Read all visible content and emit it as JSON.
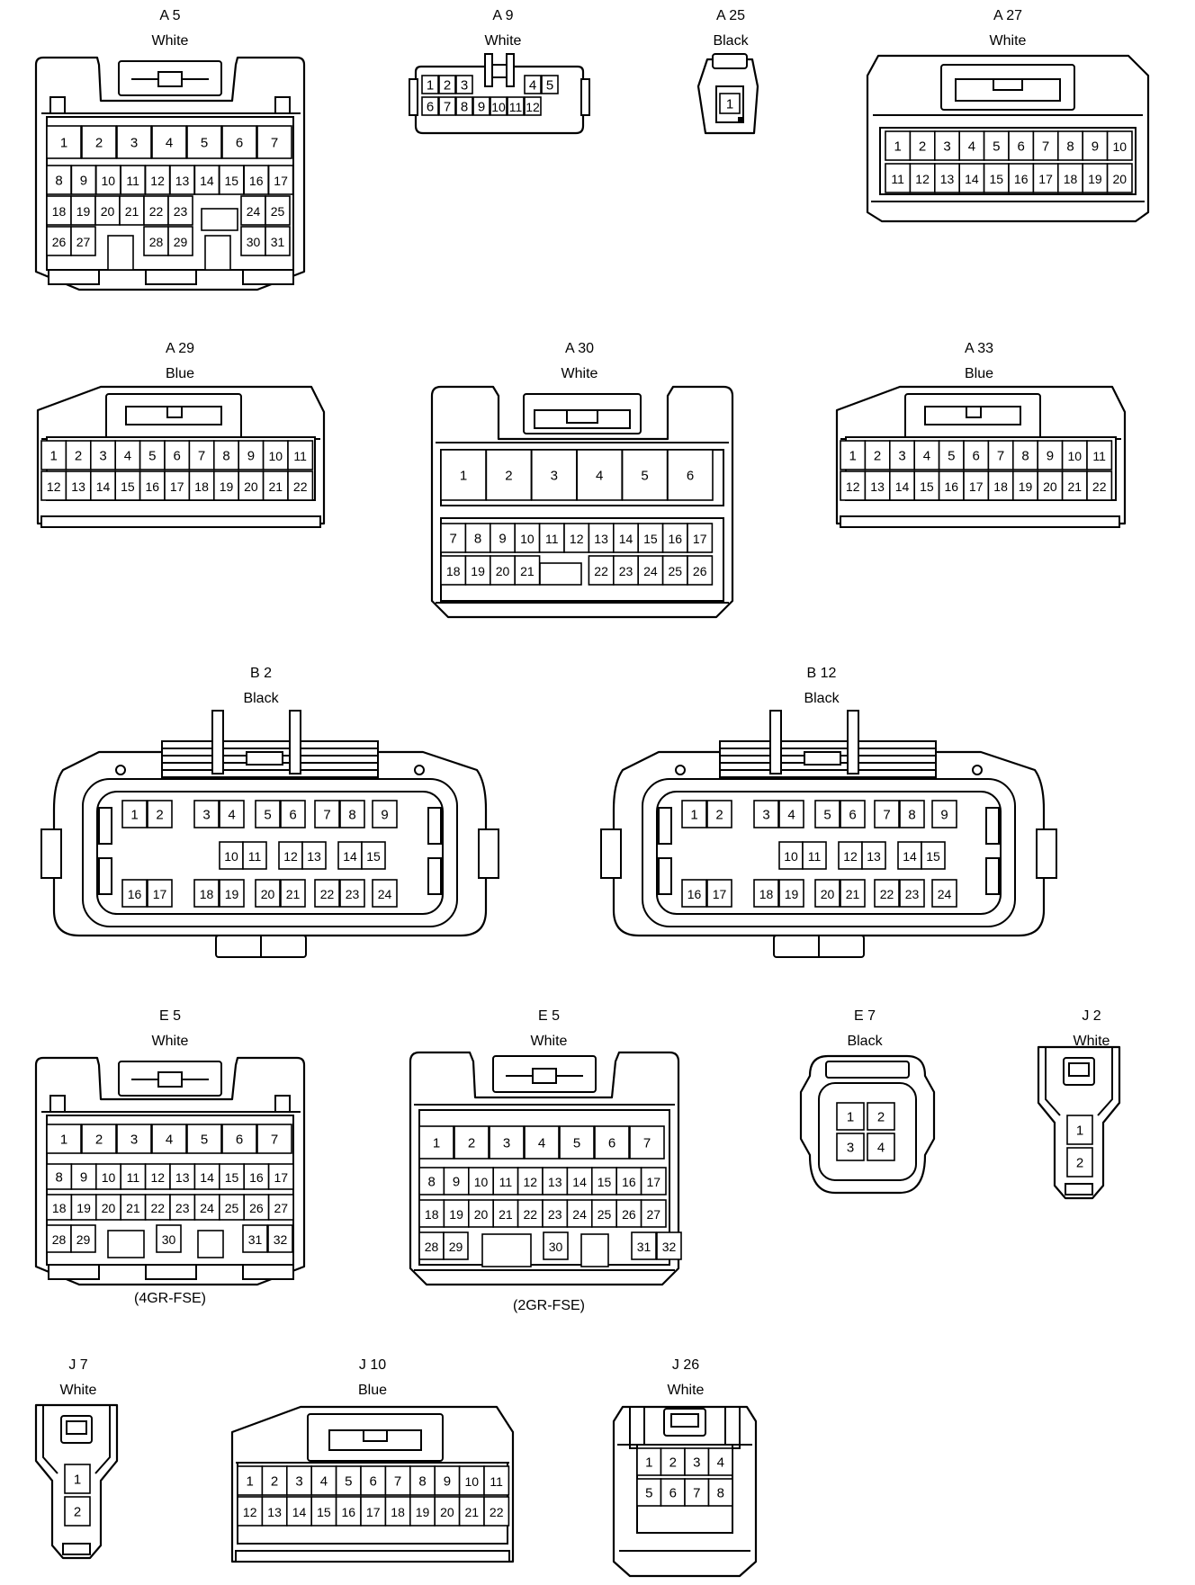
{
  "connectors": [
    {
      "id": "A5",
      "code": "A 5",
      "color": "White",
      "rows": [
        [
          "1",
          "2",
          "3",
          "4",
          "5",
          "6",
          "7"
        ],
        [
          "8",
          "9",
          "10",
          "11",
          "12",
          "13",
          "14",
          "15",
          "16",
          "17"
        ],
        [
          "18",
          "19",
          "20",
          "21",
          "22",
          "23",
          "24",
          "25"
        ],
        [
          "26",
          "27",
          "28",
          "29",
          "30",
          "31"
        ]
      ]
    },
    {
      "id": "A9",
      "code": "A 9",
      "color": "White",
      "rows": [
        [
          "1",
          "2",
          "3",
          "4",
          "5"
        ],
        [
          "6",
          "7",
          "8",
          "9",
          "10",
          "11",
          "12"
        ]
      ]
    },
    {
      "id": "A25",
      "code": "A 25",
      "color": "Black",
      "rows": [
        [
          "1"
        ]
      ]
    },
    {
      "id": "A27",
      "code": "A 27",
      "color": "White",
      "rows": [
        [
          "1",
          "2",
          "3",
          "4",
          "5",
          "6",
          "7",
          "8",
          "9",
          "10"
        ],
        [
          "11",
          "12",
          "13",
          "14",
          "15",
          "16",
          "17",
          "18",
          "19",
          "20"
        ]
      ]
    },
    {
      "id": "A29",
      "code": "A 29",
      "color": "Blue",
      "rows": [
        [
          "1",
          "2",
          "3",
          "4",
          "5",
          "6",
          "7",
          "8",
          "9",
          "10",
          "11"
        ],
        [
          "12",
          "13",
          "14",
          "15",
          "16",
          "17",
          "18",
          "19",
          "20",
          "21",
          "22"
        ]
      ]
    },
    {
      "id": "A30",
      "code": "A 30",
      "color": "White",
      "rows": [
        [
          "1",
          "2",
          "3",
          "4",
          "5",
          "6"
        ],
        [
          "7",
          "8",
          "9",
          "10",
          "11",
          "12",
          "13",
          "14",
          "15",
          "16",
          "17"
        ],
        [
          "18",
          "19",
          "20",
          "21",
          "22",
          "23",
          "24",
          "25",
          "26"
        ]
      ]
    },
    {
      "id": "A33",
      "code": "A 33",
      "color": "Blue",
      "rows": [
        [
          "1",
          "2",
          "3",
          "4",
          "5",
          "6",
          "7",
          "8",
          "9",
          "10",
          "11"
        ],
        [
          "12",
          "13",
          "14",
          "15",
          "16",
          "17",
          "18",
          "19",
          "20",
          "21",
          "22"
        ]
      ]
    },
    {
      "id": "B2",
      "code": "B 2",
      "color": "Black",
      "rows": [
        [
          "1",
          "2",
          "3",
          "4",
          "5",
          "6",
          "7",
          "8",
          "9"
        ],
        [
          "10",
          "11",
          "12",
          "13",
          "14",
          "15"
        ],
        [
          "16",
          "17",
          "18",
          "19",
          "20",
          "21",
          "22",
          "23",
          "24"
        ]
      ]
    },
    {
      "id": "B12",
      "code": "B 12",
      "color": "Black",
      "rows": [
        [
          "1",
          "2",
          "3",
          "4",
          "5",
          "6",
          "7",
          "8",
          "9"
        ],
        [
          "10",
          "11",
          "12",
          "13",
          "14",
          "15"
        ],
        [
          "16",
          "17",
          "18",
          "19",
          "20",
          "21",
          "22",
          "23",
          "24"
        ]
      ]
    },
    {
      "id": "E5a",
      "code": "E 5",
      "color": "White",
      "note": "(4GR-FSE)",
      "rows": [
        [
          "1",
          "2",
          "3",
          "4",
          "5",
          "6",
          "7"
        ],
        [
          "8",
          "9",
          "10",
          "11",
          "12",
          "13",
          "14",
          "15",
          "16",
          "17"
        ],
        [
          "18",
          "19",
          "20",
          "21",
          "22",
          "23",
          "24",
          "25",
          "26",
          "27"
        ],
        [
          "28",
          "29",
          "30",
          "31",
          "32"
        ]
      ]
    },
    {
      "id": "E5b",
      "code": "E 5",
      "color": "White",
      "note": "(2GR-FSE)",
      "rows": [
        [
          "1",
          "2",
          "3",
          "4",
          "5",
          "6",
          "7"
        ],
        [
          "8",
          "9",
          "10",
          "11",
          "12",
          "13",
          "14",
          "15",
          "16",
          "17"
        ],
        [
          "18",
          "19",
          "20",
          "21",
          "22",
          "23",
          "24",
          "25",
          "26",
          "27"
        ],
        [
          "28",
          "29",
          "30",
          "31",
          "32"
        ]
      ]
    },
    {
      "id": "E7",
      "code": "E 7",
      "color": "Black",
      "rows": [
        [
          "1",
          "2"
        ],
        [
          "3",
          "4"
        ]
      ]
    },
    {
      "id": "J2",
      "code": "J 2",
      "color": "White",
      "rows": [
        [
          "1"
        ],
        [
          "2"
        ]
      ]
    },
    {
      "id": "J7",
      "code": "J 7",
      "color": "White",
      "rows": [
        [
          "1"
        ],
        [
          "2"
        ]
      ]
    },
    {
      "id": "J10",
      "code": "J 10",
      "color": "Blue",
      "rows": [
        [
          "1",
          "2",
          "3",
          "4",
          "5",
          "6",
          "7",
          "8",
          "9",
          "10",
          "11"
        ],
        [
          "12",
          "13",
          "14",
          "15",
          "16",
          "17",
          "18",
          "19",
          "20",
          "21",
          "22"
        ]
      ]
    },
    {
      "id": "J26",
      "code": "J 26",
      "color": "White",
      "rows": [
        [
          "1",
          "2",
          "3",
          "4"
        ],
        [
          "5",
          "6",
          "7",
          "8"
        ]
      ]
    }
  ]
}
